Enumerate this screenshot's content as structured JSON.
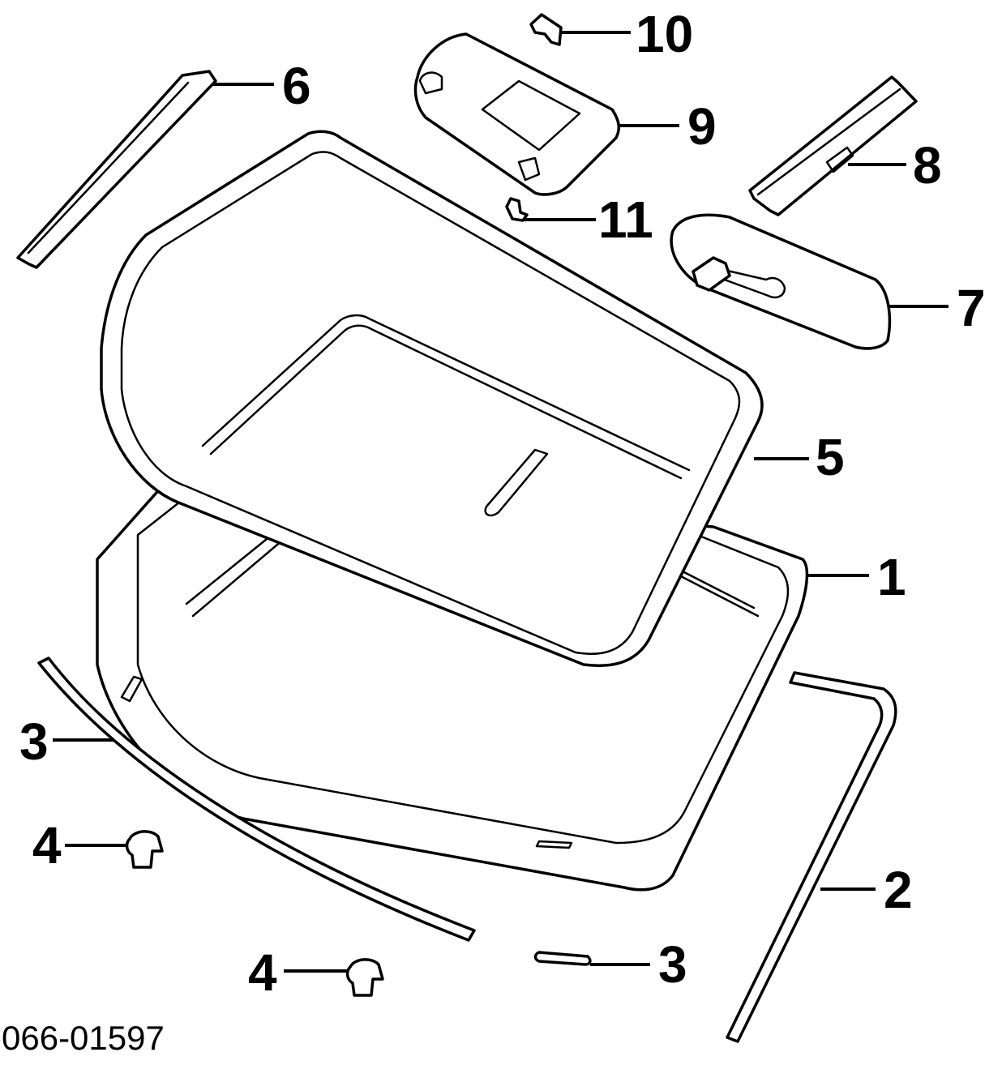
{
  "callouts": [
    {
      "id": "c1",
      "label": "1"
    },
    {
      "id": "c2",
      "label": "2"
    },
    {
      "id": "c3a",
      "label": "3"
    },
    {
      "id": "c3b",
      "label": "3"
    },
    {
      "id": "c4a",
      "label": "4"
    },
    {
      "id": "c4b",
      "label": "4"
    },
    {
      "id": "c5",
      "label": "5"
    },
    {
      "id": "c6",
      "label": "6"
    },
    {
      "id": "c7",
      "label": "7"
    },
    {
      "id": "c8",
      "label": "8"
    },
    {
      "id": "c9",
      "label": "9"
    },
    {
      "id": "c10",
      "label": "10"
    },
    {
      "id": "c11",
      "label": "11"
    }
  ],
  "reference_code": "066-01597",
  "colors": {
    "line": "#000000",
    "background": "#ffffff"
  }
}
